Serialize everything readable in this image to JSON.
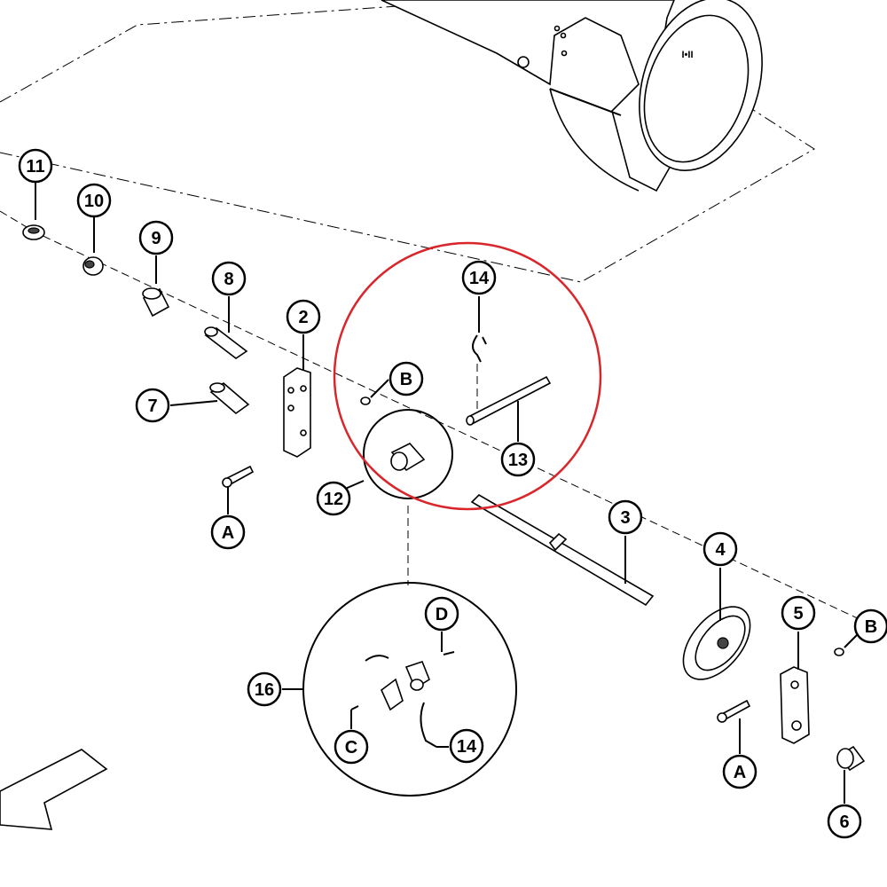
{
  "callouts": {
    "c11": "11",
    "c10": "10",
    "c9": "9",
    "c8": "8",
    "c7": "7",
    "c2": "2",
    "cA1": "A",
    "cB1": "B",
    "c12": "12",
    "c14a": "14",
    "c13": "13",
    "c3": "3",
    "c4": "4",
    "c5": "5",
    "cB2": "B",
    "cA2": "A",
    "c6": "6",
    "c16": "16",
    "cD": "D",
    "cC": "C",
    "c14b": "14"
  },
  "highlight": {
    "color": "#d9262b"
  },
  "housing_label": "I•II"
}
